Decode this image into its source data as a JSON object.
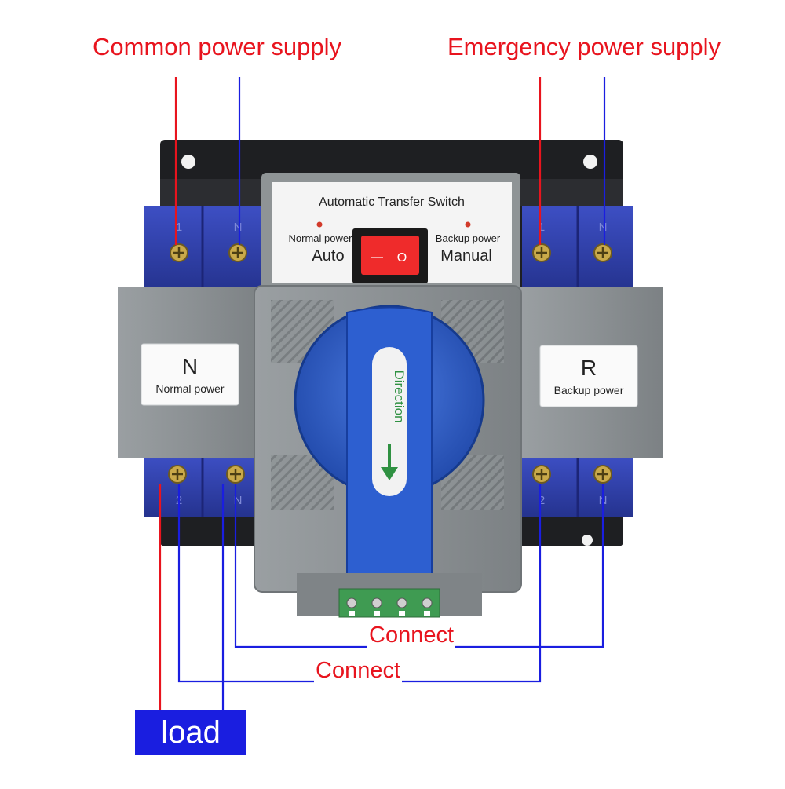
{
  "callouts": {
    "common_supply": "Common power supply",
    "emergency_supply": "Emergency power supply",
    "connect_upper": "Connect",
    "connect_lower": "Connect",
    "load": "load"
  },
  "device": {
    "title": "Automatic Transfer Switch",
    "normal_power": "Normal power",
    "auto": "Auto",
    "backup_power": "Backup power",
    "manual": "Manual",
    "switch_off": "—",
    "switch_on": "O",
    "handle_label": "Direction",
    "left_label_letter": "N",
    "left_label_text": "Normal power",
    "right_label_letter": "R",
    "right_label_text": "Backup power",
    "terminal_top_left": [
      "1",
      "N"
    ],
    "terminal_top_right": [
      "1",
      "N"
    ],
    "terminal_bottom_left": [
      "2",
      "N"
    ],
    "terminal_bottom_right": [
      "2",
      "N"
    ]
  },
  "colors": {
    "callout_red": "#e8141e",
    "wire_red": "#e8141e",
    "wire_blue": "#1a1ee0",
    "load_bg": "#1a1ee0",
    "body_gray": "#8f9496",
    "terminal_blue": "#2f3fb0",
    "handle_blue": "#2d5fd0",
    "rocker_red": "#ef2b2b",
    "terminal_green": "#3f9b52"
  },
  "icons": [
    "screw-icon",
    "arrow-down-icon",
    "led-indicator-icon"
  ]
}
